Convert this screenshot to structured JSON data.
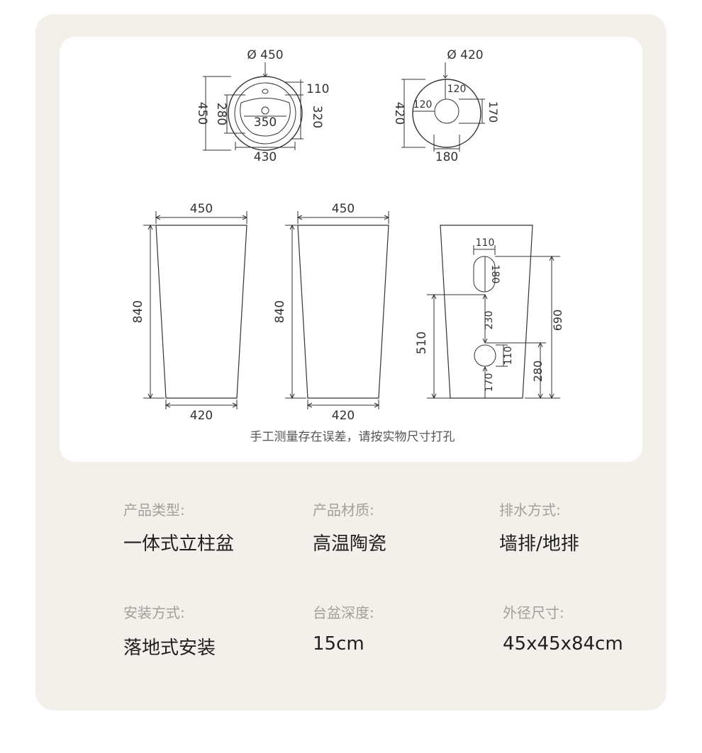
{
  "drawing": {
    "top_basin": {
      "diameter_label": "Ø 450",
      "d110": "110",
      "d450": "450",
      "d280": "280",
      "d320": "320",
      "d350": "350",
      "d430": "430"
    },
    "top_pedestal": {
      "diameter_label": "Ø 420",
      "d120_top": "120",
      "d120_left": "120",
      "d420": "420",
      "d170": "170",
      "d180": "180"
    },
    "front_view": {
      "width_top": "450",
      "height": "840",
      "width_bottom": "420"
    },
    "side_view": {
      "width_top": "450",
      "height": "840",
      "width_bottom": "420"
    },
    "back_view": {
      "d110_w": "110",
      "d180": "180",
      "d230": "230",
      "d690": "690",
      "d510": "510",
      "d110_h": "110",
      "d280": "280",
      "d170": "170"
    },
    "note": "手工测量存在误差，请按实物尺寸打孔"
  },
  "specs": [
    {
      "label": "产品类型:",
      "value": "一体式立柱盆"
    },
    {
      "label": "产品材质:",
      "value": "高温陶瓷"
    },
    {
      "label": "排水方式:",
      "value": "墙排/地排"
    },
    {
      "label": "安装方式:",
      "value": "落地式安装"
    },
    {
      "label": "台盆深度:",
      "value": "15cm"
    },
    {
      "label": "外径尺寸:",
      "value": "45x45x84cm"
    }
  ]
}
